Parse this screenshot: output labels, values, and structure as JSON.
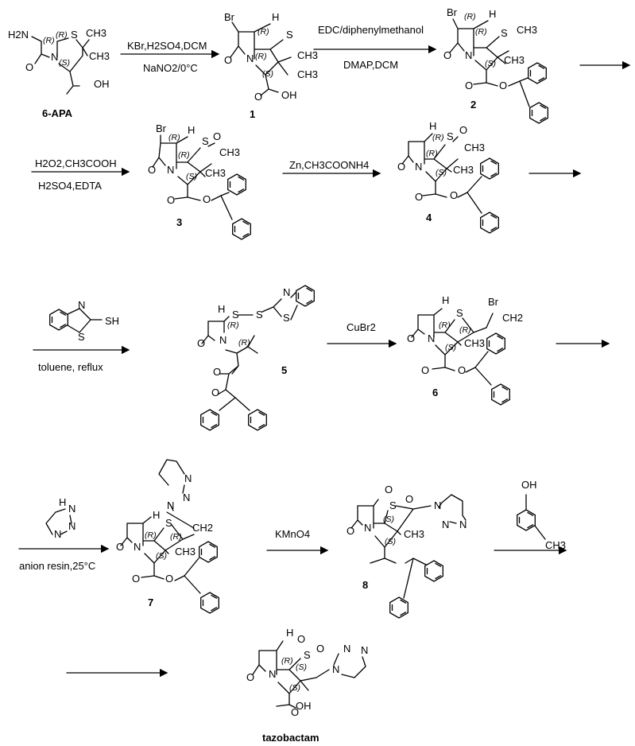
{
  "compounds": [
    {
      "id": "6apa",
      "label": "6-APA"
    },
    {
      "id": "c1",
      "label": "1"
    },
    {
      "id": "c2",
      "label": "2"
    },
    {
      "id": "c3",
      "label": "3"
    },
    {
      "id": "c4",
      "label": "4"
    },
    {
      "id": "c5",
      "label": "5"
    },
    {
      "id": "c6",
      "label": "6"
    },
    {
      "id": "c7",
      "label": "7"
    },
    {
      "id": "c8",
      "label": "8"
    },
    {
      "id": "taz",
      "label": "tazobactam"
    }
  ],
  "reactions": [
    {
      "id": "r1",
      "above": "KBr,H2SO4,DCM",
      "below": "NaNO2/0°C"
    },
    {
      "id": "r2",
      "above": "EDC/diphenylmethanol",
      "below": "DMAP,DCM"
    },
    {
      "id": "r3",
      "above": "H2O2,CH3COOH",
      "below": "H2SO4,EDTA"
    },
    {
      "id": "r4",
      "above": "Zn,CH3COONH4",
      "below": ""
    },
    {
      "id": "r5",
      "above": "",
      "below": "toluene, reflux",
      "reagent_structure": "2-mercaptobenzothiazole"
    },
    {
      "id": "r6",
      "above": "CuBr2",
      "below": ""
    },
    {
      "id": "r7",
      "above": "",
      "below": "anion resin,25°C",
      "reagent_structure": "1H-1,2,3-triazole"
    },
    {
      "id": "r8",
      "above": "KMnO4",
      "below": ""
    },
    {
      "id": "r9",
      "above": "",
      "below": "",
      "reagent_structure": "m-cresol"
    }
  ],
  "atom_labels": {
    "H2N": "H2N",
    "Br": "Br",
    "H": "H",
    "S": "S",
    "O": "O",
    "N": "N",
    "OH": "OH",
    "CH3": "CH3",
    "SH": "SH",
    "NH": "H",
    "CH2": "CH2"
  },
  "stereo": {
    "R": "(R)",
    "S": "(S)"
  }
}
